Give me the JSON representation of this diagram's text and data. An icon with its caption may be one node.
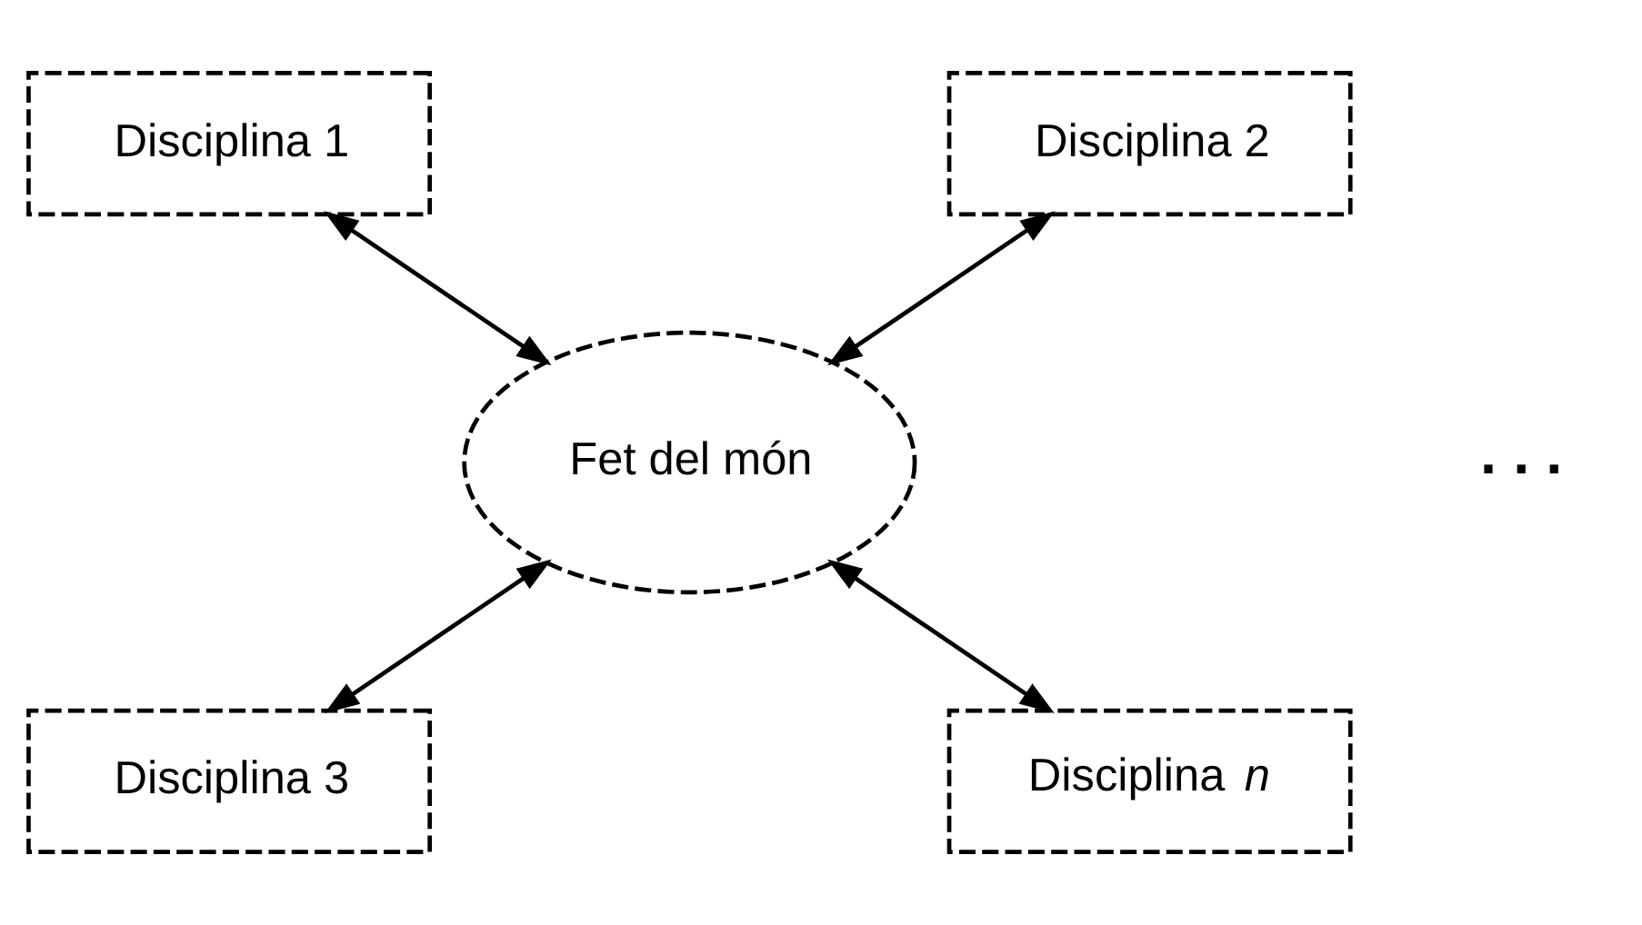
{
  "diagram": {
    "nodes": [
      {
        "text": [
          "Disciplina 1"
        ]
      },
      {
        "text": [
          "Disciplina 2"
        ]
      },
      {
        "text": [
          "Fet del món"
        ]
      },
      {
        "text": [
          "Disciplina 3"
        ]
      },
      {
        "text": [
          "Disciplina *n*"
        ]
      }
    ],
    "edges": [
      {
        "from": 0,
        "to": 2,
        "arrow": "both"
      },
      {
        "from": 1,
        "to": 2,
        "arrow": "both"
      },
      {
        "from": 3,
        "to": 2,
        "arrow": "both"
      },
      {
        "from": 4,
        "to": 2,
        "arrow": "both"
      }
    ],
    "labels": [
      ". . ."
    ]
  }
}
